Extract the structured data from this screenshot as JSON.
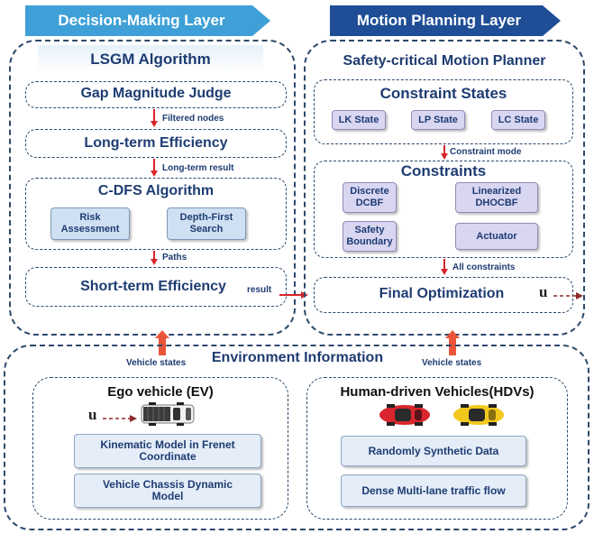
{
  "layers": {
    "decision": "Decision-Making Layer",
    "motion": "Motion Planning Layer"
  },
  "lsgm": {
    "title": "LSGM Algorithm",
    "gap_judge": "Gap Magnitude Judge",
    "filtered_nodes": "Filtered nodes",
    "long_term": "Long-term Efficiency",
    "long_term_result": "Long-term result",
    "cdfs_title": "C-DFS Algorithm",
    "risk": [
      "Risk",
      "Assessment"
    ],
    "dfs": [
      "Depth-First",
      "Search"
    ],
    "paths": "Paths",
    "short_term": "Short-term Efficiency",
    "result": "result"
  },
  "planner": {
    "title": "Safety-critical Motion Planner",
    "constraint_states": "Constraint States",
    "lk": "LK State",
    "lp": "LP State",
    "lc": "LC State",
    "constraint_mode": "Constraint mode",
    "constraints": "Constraints",
    "dcbf": [
      "Discrete",
      "DCBF"
    ],
    "dhocbf": [
      "Linearized",
      "DHOCBF"
    ],
    "safety": [
      "Safety",
      "Boundary"
    ],
    "actuator": "Actuator",
    "all_constraints": "All constraints",
    "final_opt": "Final Optimization",
    "u": "u"
  },
  "environment": {
    "title": "Environment Information",
    "vehicle_states_left": "Vehicle states",
    "vehicle_states_right": "Vehicle states",
    "ego_title": "Ego vehicle (EV)",
    "ego_u": "u",
    "kinematic": [
      "Kinematic Model in Frenet",
      "Coordinate"
    ],
    "chassis": [
      "Vehicle Chassis Dynamic",
      "Model"
    ],
    "hdv_title": "Human-driven Vehicles(HDVs)",
    "synthetic": "Randomly Synthetic Data",
    "dense": "Dense Multi-lane traffic flow"
  },
  "colors": {
    "decision_banner": "#3ea0d6",
    "motion_banner": "#1f4e96",
    "arrow_red": "#d6252a",
    "border_navy": "#2d4a6b"
  }
}
